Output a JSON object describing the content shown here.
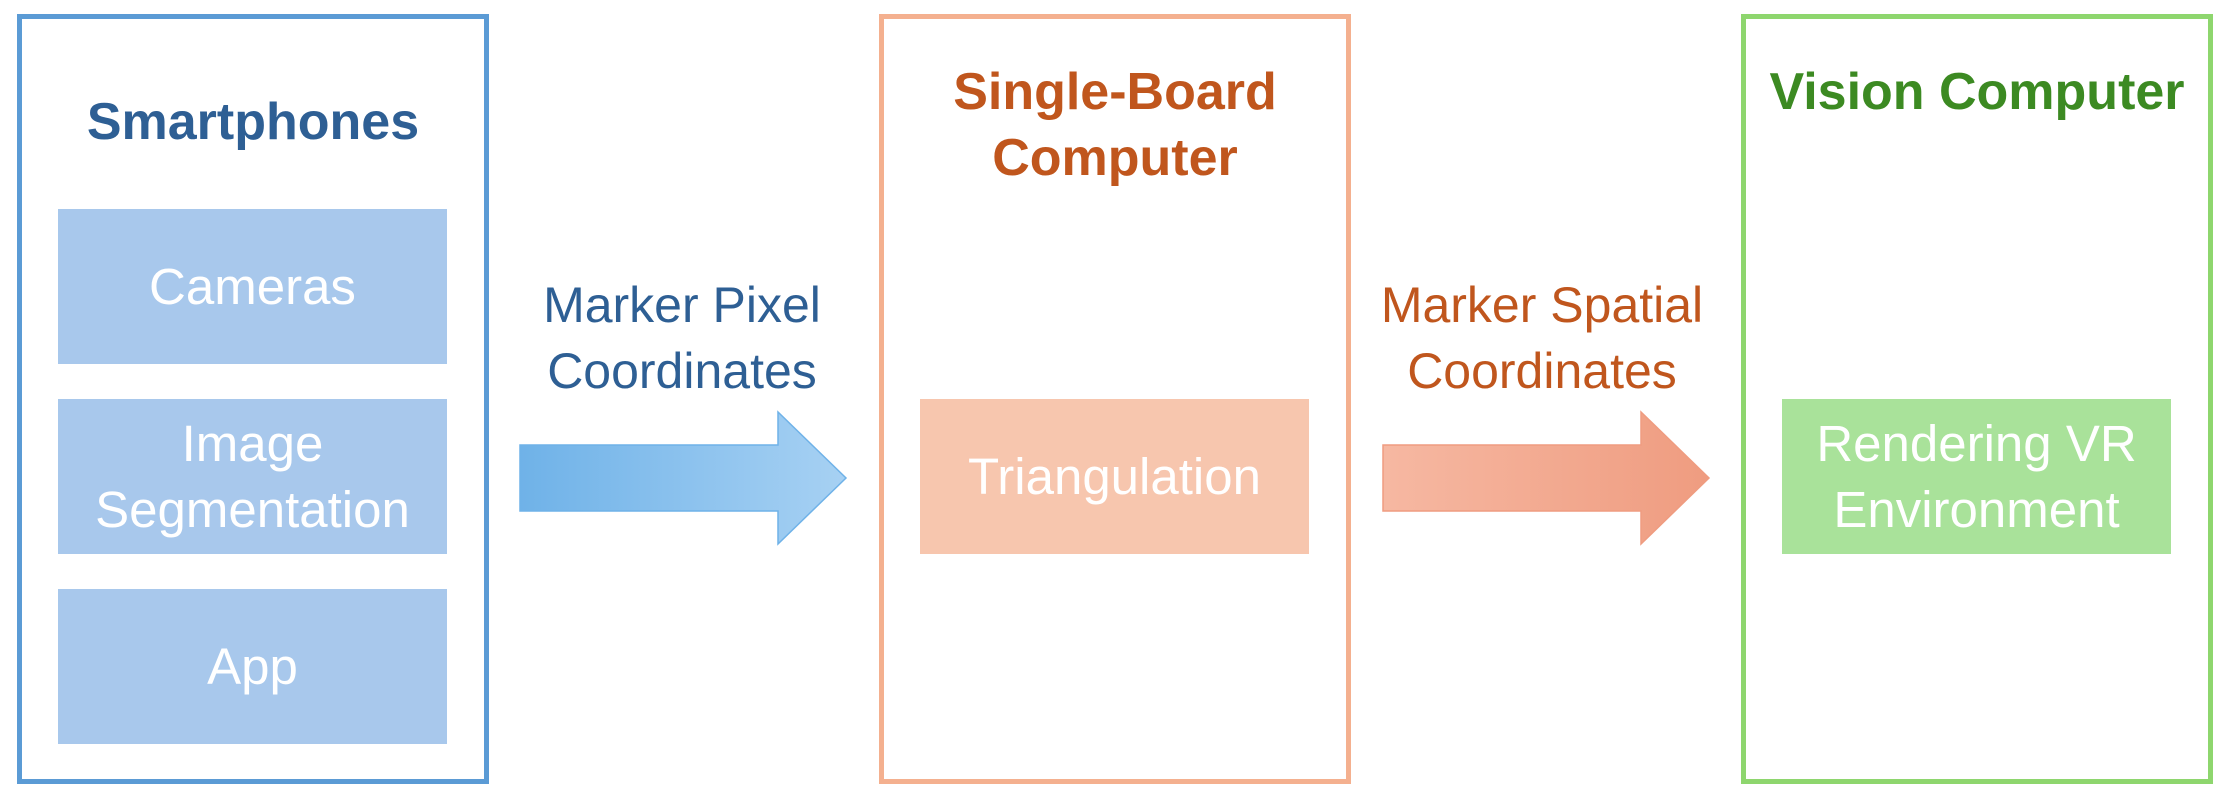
{
  "stages": {
    "smartphones": {
      "title": "Smartphones",
      "components": [
        "Cameras",
        "Image\nSegmentation",
        "App"
      ]
    },
    "single_board_computer": {
      "title": "Single-Board\nComputer",
      "components": [
        "Triangulation"
      ]
    },
    "vision_computer": {
      "title": "Vision\nComputer",
      "components": [
        "Rendering VR\nEnvironment"
      ]
    }
  },
  "flows": [
    {
      "label": "Marker Pixel\nCoordinates"
    },
    {
      "label": "Marker Spatial\nCoordinates"
    }
  ],
  "colors": {
    "blue_border": "#5b9bd5",
    "blue_title": "#2e5f94",
    "blue_fill": "#a8c8ec",
    "orange_border": "#f4b08f",
    "orange_title": "#c0561d",
    "orange_fill": "#f7c6ae",
    "green_border": "#8ed66e",
    "green_title": "#3c8a22",
    "green_fill": "#a9e29a",
    "arrow_blue_light": "#a7d1f3",
    "arrow_blue_dark": "#6fb2e8",
    "arrow_orange_light": "#f6b8a2",
    "arrow_orange_dark": "#ef9c80"
  }
}
